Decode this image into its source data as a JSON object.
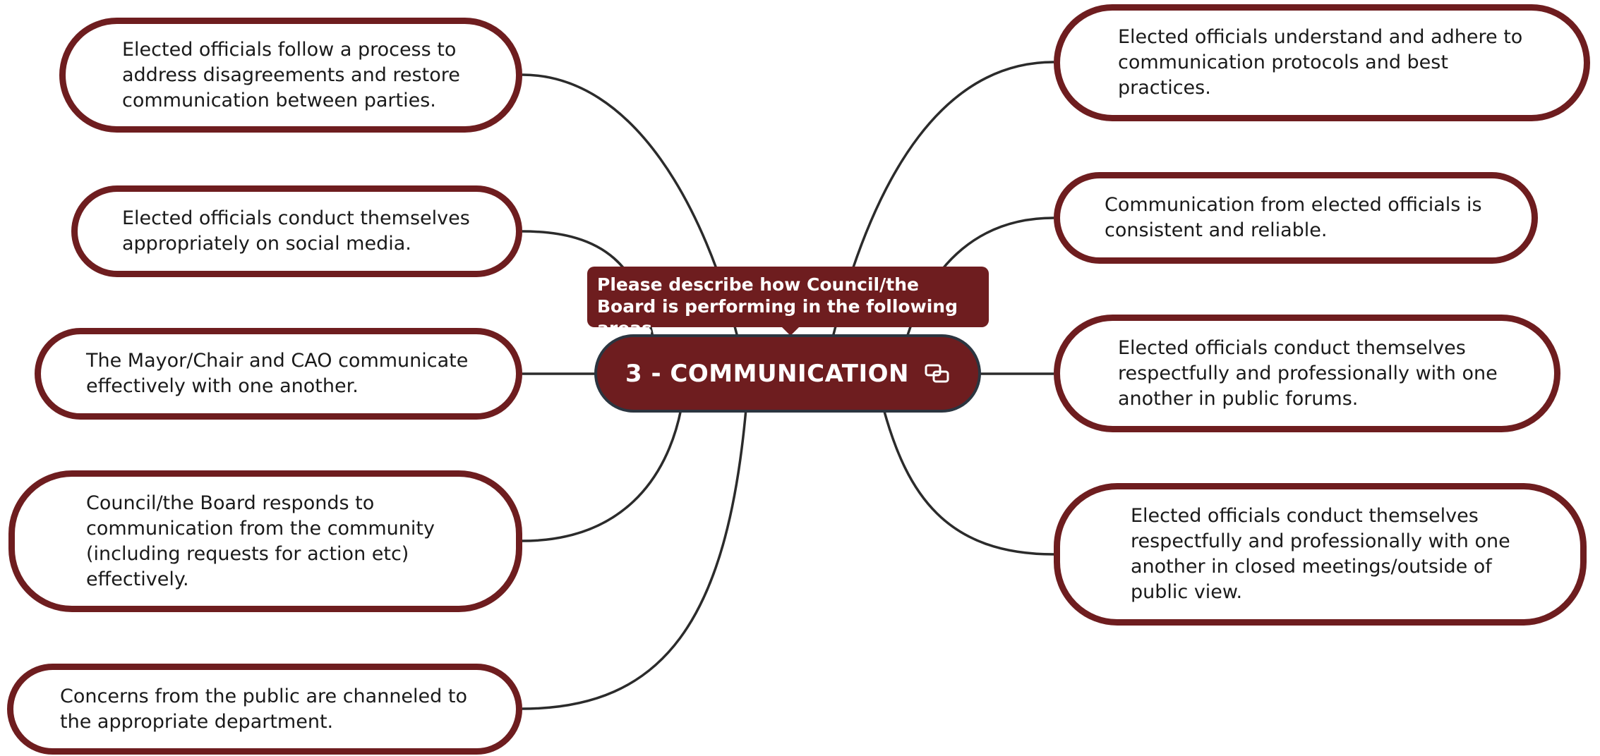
{
  "colors": {
    "accent": "#6e1d1f",
    "connector": "#2b2b2b",
    "background": "#ffffff"
  },
  "center": {
    "title": "3 - COMMUNICATION",
    "icon": "link-icon"
  },
  "callout": {
    "text": "Please describe how Council/the Board is performing in the following areas."
  },
  "topics_left": [
    {
      "lines": [
        "Elected officials follow a process to",
        "address disagreements and restore",
        "communication between parties."
      ]
    },
    {
      "lines": [
        "Elected officials conduct themselves",
        "appropriately on social media."
      ]
    },
    {
      "lines": [
        "The Mayor/Chair and CAO communicate",
        "effectively with one another."
      ]
    },
    {
      "lines": [
        "Council/the Board responds to",
        "communication from the community",
        "(including requests for action etc)",
        "effectively."
      ]
    },
    {
      "lines": [
        "Concerns from the public are channeled to",
        "the appropriate department."
      ]
    }
  ],
  "topics_right": [
    {
      "lines": [
        "Elected officials understand and adhere to",
        "communication protocols and best",
        "practices."
      ]
    },
    {
      "lines": [
        "Communication from elected officials is",
        "consistent and reliable."
      ]
    },
    {
      "lines": [
        "Elected officials conduct themselves",
        "respectfully and professionally with one",
        "another in public forums."
      ]
    },
    {
      "lines": [
        "Elected officials conduct themselves",
        "respectfully and professionally with one",
        "another in closed meetings/outside of",
        "public view."
      ]
    }
  ]
}
